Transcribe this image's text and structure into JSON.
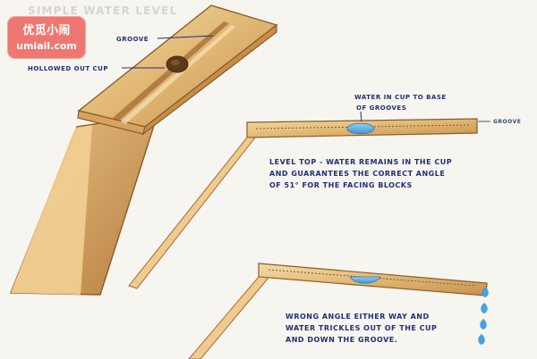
{
  "title": "SIMPLE WATER LEVEL",
  "labels": {
    "groove_top": "GROOVE",
    "hollowed_cup": "HOLLOWED OUT CUP",
    "water_line_1": "WATER IN CUP TO BASE",
    "water_line_2": "OF GROOVES",
    "groove_right": "GROOVE"
  },
  "notes": {
    "level_top_line_1": "LEVEL TOP - WATER REMAINS IN THE CUP",
    "level_top_line_2": "AND GUARANTEES THE CORRECT ANGLE",
    "level_top_line_3": "OF 51° FOR THE FACING BLOCKS",
    "wrong_angle_line_1": "WRONG ANGLE EITHER WAY AND",
    "wrong_angle_line_2": "WATER TRICKLES OUT OF THE CUP",
    "wrong_angle_line_3": "AND DOWN THE GROOVE."
  },
  "watermark": {
    "line_1": "优觅小闹",
    "line_2": "umiail.com"
  },
  "colors": {
    "paper": "#f7f5ef",
    "wood_light": "#f1d39b",
    "wood_mid": "#dfb36d",
    "wood_dark": "#ba8744",
    "outline": "#8b5b2c",
    "ink": "#1f2f78",
    "water": "#67b6e8",
    "watermark": "#ef6d67"
  },
  "icons": {
    "drip": "water-drop-icon"
  }
}
